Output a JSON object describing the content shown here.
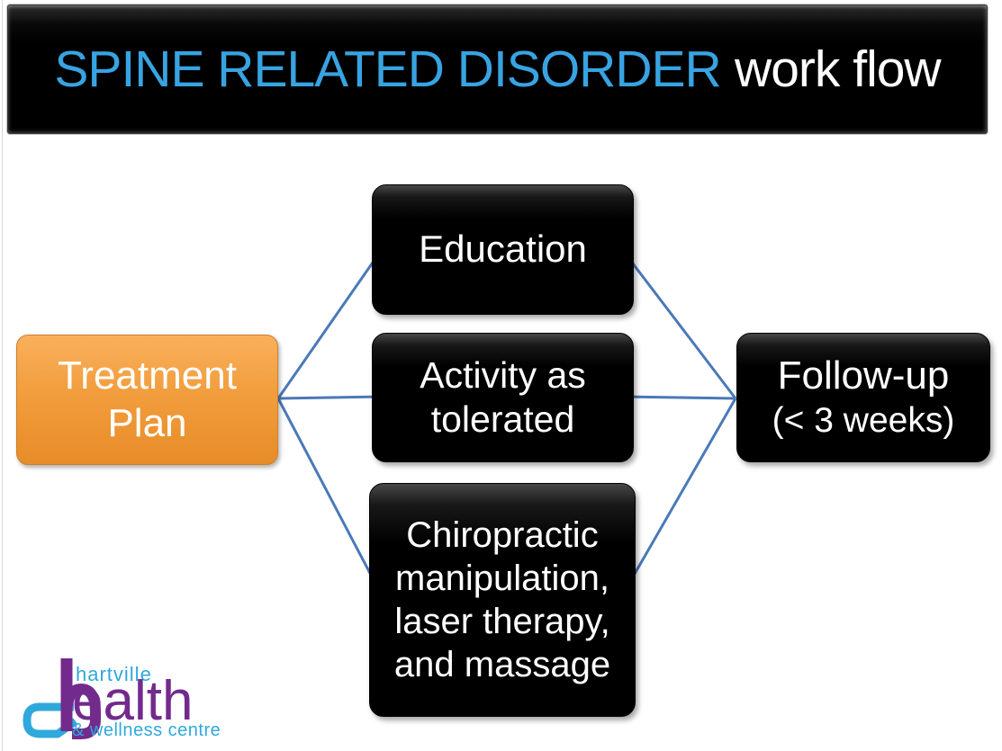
{
  "page": {
    "background": "#ffffff"
  },
  "header": {
    "title_primary": "SPINE RELATED DISORDER",
    "title_secondary": "work flow",
    "primary_color": "#38a3e1",
    "secondary_color": "#ffffff",
    "background_color": "#000000"
  },
  "flowchart": {
    "connector_color": "#4a79b8",
    "nodes": {
      "treatment": {
        "label": "Treatment Plan",
        "lines": [
          "Treatment",
          "Plan"
        ],
        "fill_top": "#f9b05c",
        "fill_bottom": "#e78c28",
        "text_color": "#ffffff"
      },
      "education": {
        "label": "Education",
        "lines": [
          "Education"
        ],
        "fill": "#000000",
        "text_color": "#ffffff"
      },
      "activity": {
        "label": "Activity as tolerated",
        "lines": [
          "Activity as",
          "tolerated"
        ],
        "fill": "#000000",
        "text_color": "#ffffff"
      },
      "chiropractic": {
        "label": "Chiropractic manipulation, laser therapy, and massage",
        "lines": [
          "Chiropractic",
          "manipulation,",
          "laser therapy,",
          "and massage"
        ],
        "fill": "#000000",
        "text_color": "#ffffff"
      },
      "followup": {
        "label": "Follow-up (< 3 weeks)",
        "lines": [
          "Follow-up",
          "(< 3 weeks)"
        ],
        "fill": "#000000",
        "text_color": "#ffffff"
      }
    }
  },
  "logo": {
    "top_word": "hartville",
    "main_word": "health",
    "main_word_rest": "ealth",
    "bottom_words": "& wellness centre",
    "purple": "#722b8d",
    "blue": "#2fa8dc"
  }
}
